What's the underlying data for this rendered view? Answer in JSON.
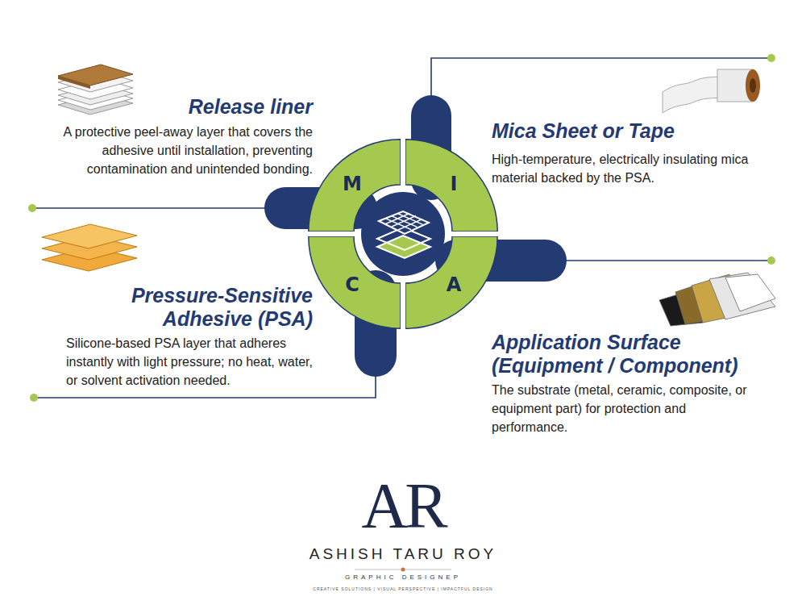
{
  "diagram": {
    "nodes": [
      {
        "text": [
          "M"
        ]
      },
      {
        "text": [
          "I"
        ]
      },
      {
        "text": [
          "C"
        ]
      },
      {
        "text": [
          "A"
        ]
      }
    ],
    "labels": [
      "Release liner",
      "A protective peel-away layer that covers the adhesive until installation, preventing contamination and unintended bonding.",
      "Mica Sheet or Tape",
      "High-temperature, electrically insulating mica material backed by the PSA.",
      "Pressure-Sensitive Adhesive (PSA)",
      "Silicone-based PSA layer that adheres instantly with light pressure; no heat, water, or solvent activation needed.",
      "Application Surface (Equipment / Component)",
      "The substrate (metal, ceramic, composite, or equipment part) for protection and performance.",
      "AR",
      "ASHISH TARU ROY",
      "GRAPHIC DESIGNEP",
      "CREATIVE SOLUTIONS | VISUAL PERSPECTIVE | IMPACTFUL DESIGN"
    ]
  }
}
